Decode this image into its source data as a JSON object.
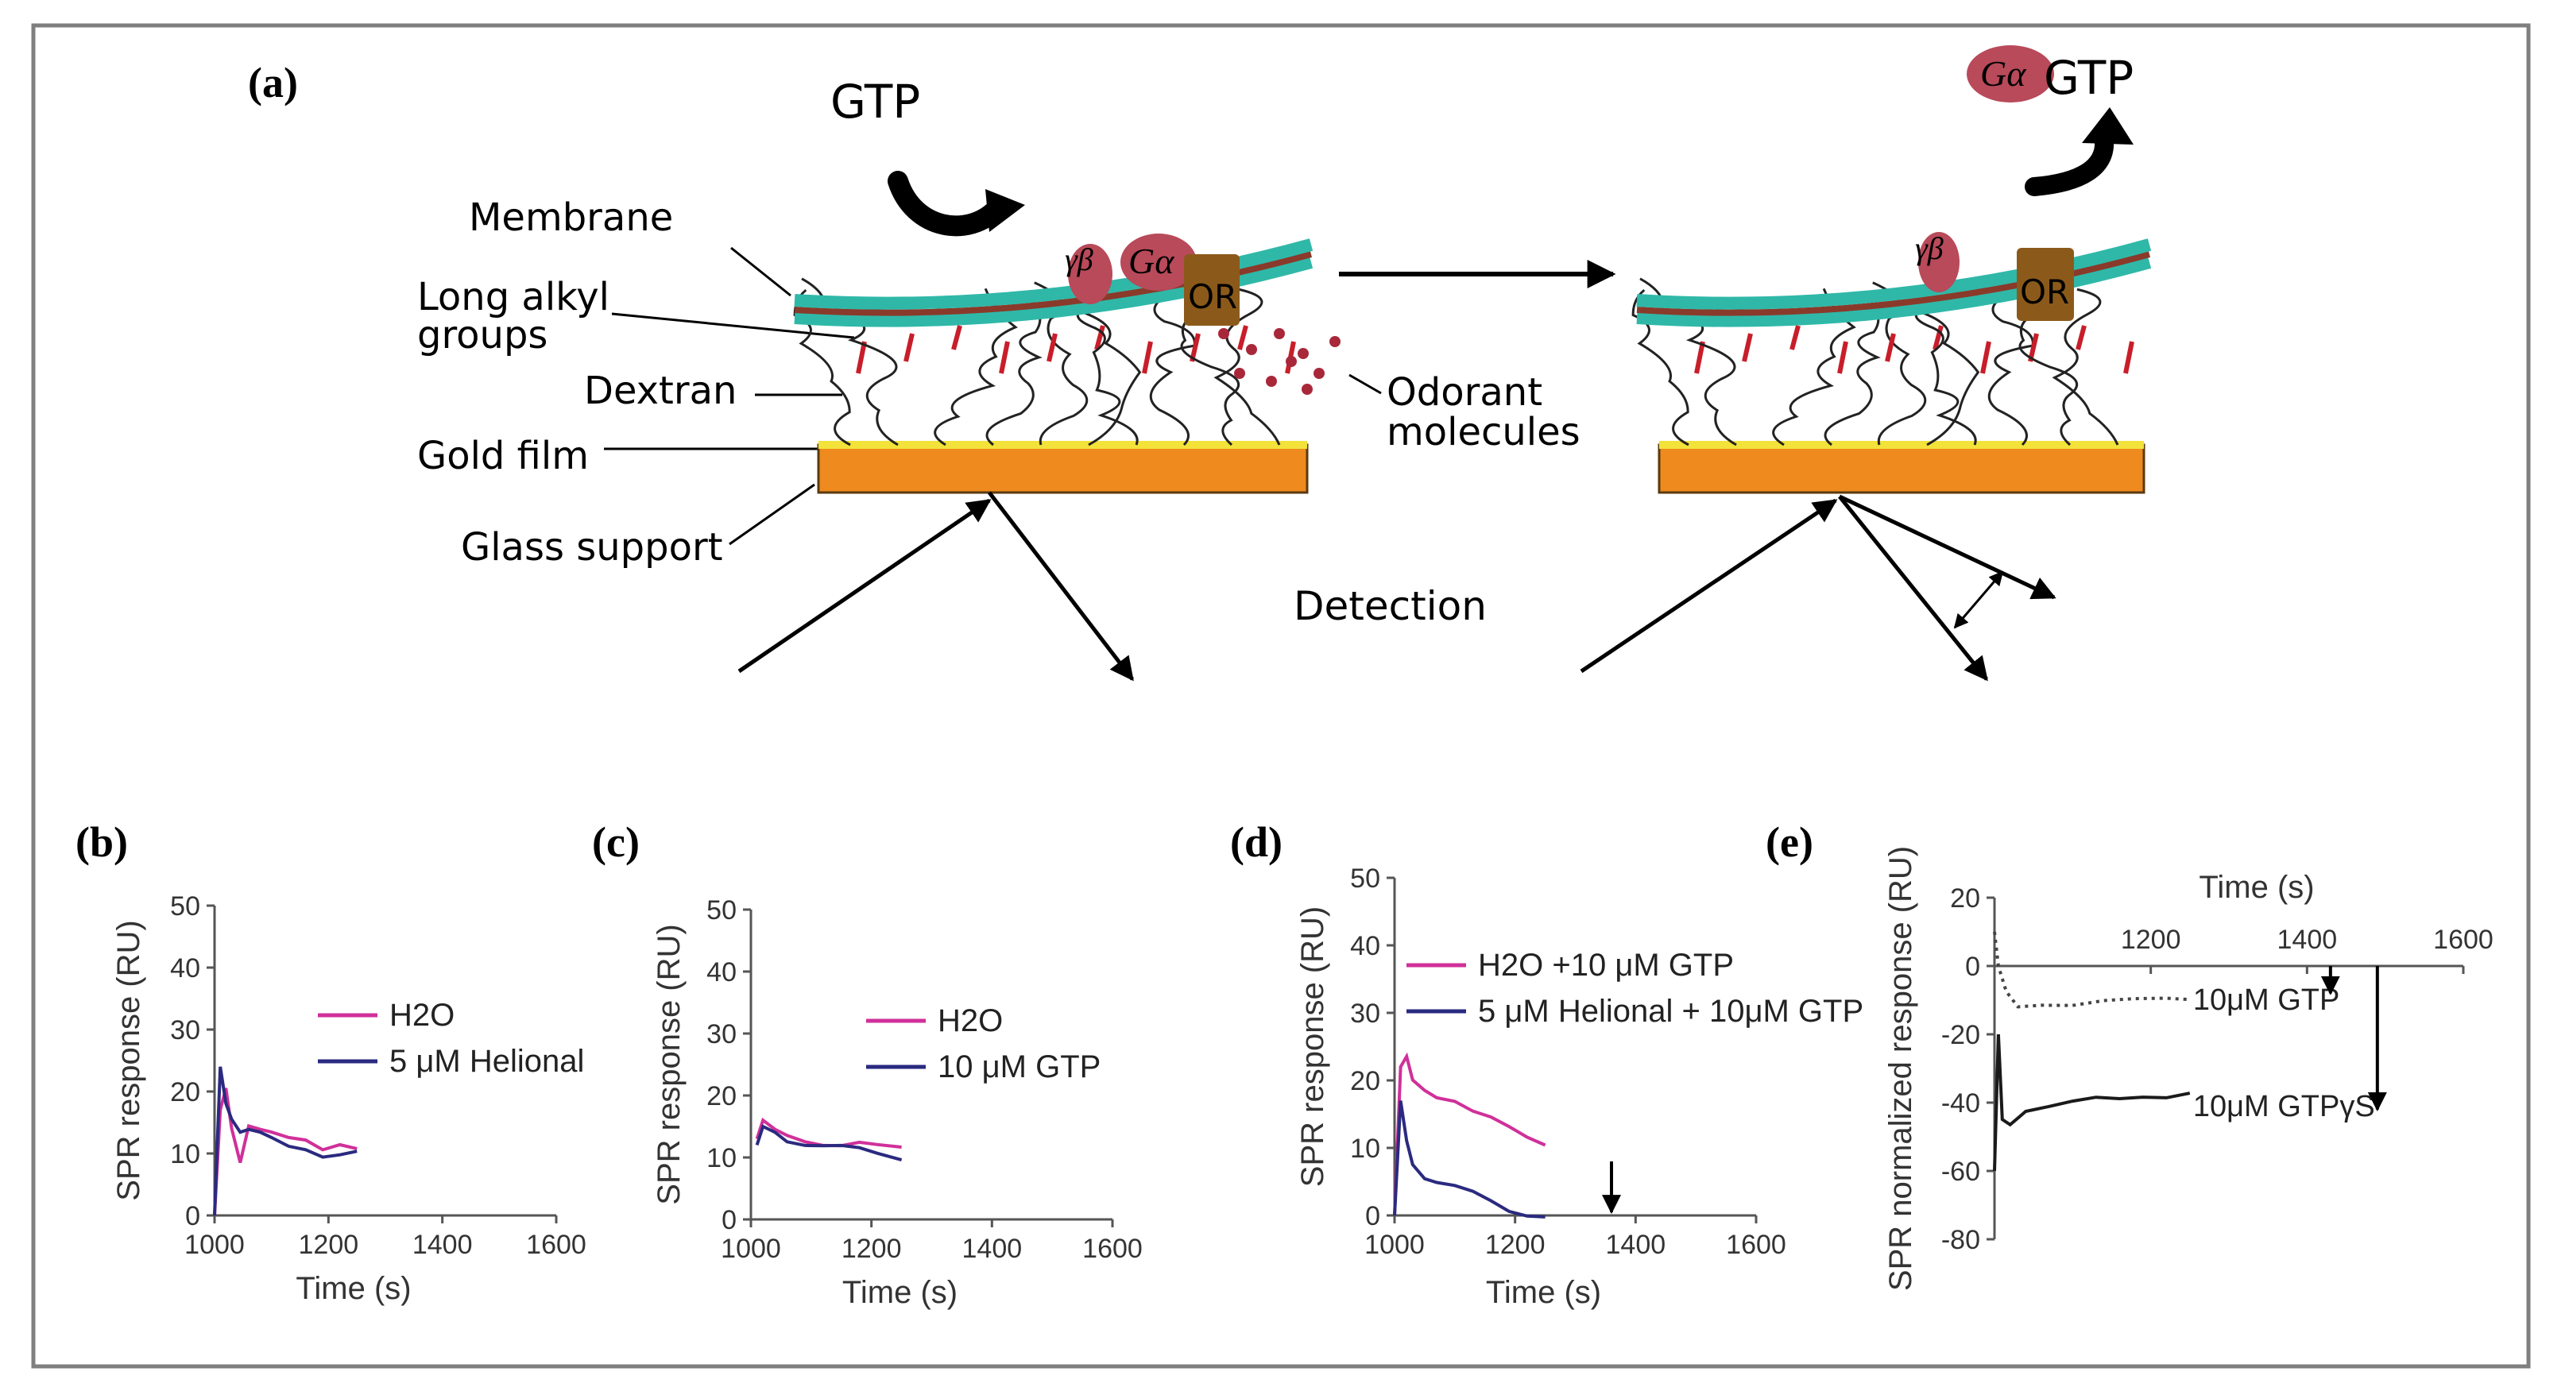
{
  "panel_a": {
    "label": "(a)",
    "gtp_label": "GTP",
    "membrane_label": "Membrane",
    "alkyl_label_1": "Long alkyl",
    "alkyl_label_2": "groups",
    "dextran_label": "Dextran",
    "gold_label": "Gold film",
    "glass_label": "Glass support",
    "odorant_label_1": "Odorant",
    "odorant_label_2": "molecules",
    "detection_label": "Detection",
    "gbeta_label": "γβ",
    "galpha_label": "Gα",
    "or_label": "OR",
    "galpha_gtp_label": "GTP",
    "colors": {
      "membrane": "#2fb8a8",
      "membrane_core": "#8a3a2a",
      "gold": "#f2e23a",
      "glass": "#ee8a1e",
      "protein": "#b84a5a",
      "receptor": "#8b5a1a",
      "alkyl": "#c81e2a",
      "odorant": "#a8283a"
    }
  },
  "panel_b": {
    "label": "(b)"
  },
  "panel_c": {
    "label": "(c)"
  },
  "panel_d": {
    "label": "(d)"
  },
  "panel_e": {
    "label": "(e)"
  },
  "chart_data": [
    {
      "type": "line",
      "ylabel": "SPR response (RU)",
      "xlabel": "Time (s)",
      "xlim": [
        1000,
        1600
      ],
      "ylim": [
        0,
        50
      ],
      "xticks": [
        "1000",
        "1200",
        "1400",
        "1600"
      ],
      "yticks": [
        "0",
        "10",
        "20",
        "30",
        "40",
        "50"
      ],
      "series": [
        {
          "name": "H2O",
          "color": "#d0309a",
          "x": [
            1000,
            1010,
            1020,
            1030,
            1045,
            1060,
            1080,
            1100,
            1130,
            1160,
            1190,
            1220,
            1250
          ],
          "y": [
            0,
            17,
            20,
            14,
            9,
            15,
            14,
            13,
            12,
            12,
            11,
            12,
            11
          ]
        },
        {
          "name": "5 μM Helional",
          "color": "#2a2a80",
          "x": [
            1000,
            1010,
            1020,
            1030,
            1045,
            1060,
            1080,
            1100,
            1130,
            1160,
            1190,
            1220,
            1250
          ],
          "y": [
            0,
            24,
            18,
            16,
            14,
            14,
            13,
            12,
            11,
            11,
            10,
            10,
            10
          ]
        }
      ]
    },
    {
      "type": "line",
      "ylabel": "SPR response (RU)",
      "xlabel": "Time (s)",
      "xlim": [
        1000,
        1600
      ],
      "ylim": [
        0,
        50
      ],
      "xticks": [
        "1000",
        "1200",
        "1400",
        "1600"
      ],
      "yticks": [
        "0",
        "10",
        "20",
        "30",
        "40",
        "50"
      ],
      "series": [
        {
          "name": "H2O",
          "color": "#d0309a",
          "x": [
            1010,
            1020,
            1040,
            1060,
            1090,
            1120,
            1150,
            1180,
            1210,
            1250
          ],
          "y": [
            13,
            16,
            14,
            13.5,
            13,
            12.5,
            12,
            12,
            11.5,
            11.5
          ]
        },
        {
          "name": "10 μM GTP",
          "color": "#2a2a80",
          "x": [
            1010,
            1020,
            1040,
            1060,
            1090,
            1120,
            1150,
            1180,
            1210,
            1250
          ],
          "y": [
            12,
            15,
            14,
            13,
            12.5,
            12,
            11.5,
            11,
            10.5,
            10
          ]
        }
      ]
    },
    {
      "type": "line",
      "ylabel": "SPR response (RU)",
      "xlabel": "Time (s)",
      "xlim": [
        1000,
        1600
      ],
      "ylim": [
        0,
        50
      ],
      "xticks": [
        "1000",
        "1200",
        "1400",
        "1600"
      ],
      "yticks": [
        "0",
        "10",
        "20",
        "30",
        "40",
        "50"
      ],
      "arrow_x": 1360,
      "series": [
        {
          "name": "H2O +10 μM GTP",
          "color": "#d0309a",
          "x": [
            1000,
            1010,
            1020,
            1030,
            1050,
            1070,
            1100,
            1130,
            1160,
            1190,
            1220,
            1250
          ],
          "y": [
            0,
            22,
            23,
            20,
            19,
            18,
            17,
            15,
            14,
            13,
            12,
            11
          ]
        },
        {
          "name": "5 μM Helional + 10μM GTP",
          "color": "#2a2a80",
          "x": [
            1000,
            1010,
            1020,
            1030,
            1050,
            1070,
            1100,
            1130,
            1160,
            1190,
            1220,
            1250
          ],
          "y": [
            0,
            17,
            11,
            8,
            6,
            5,
            4,
            3,
            2,
            1,
            0.5,
            0
          ]
        }
      ]
    },
    {
      "type": "line",
      "ylabel": "SPR normalized response (RU)",
      "xlabel": "Time (s)",
      "xlim": [
        1000,
        1600
      ],
      "ylim": [
        -80,
        20
      ],
      "xticks": [
        "1200",
        "1400",
        "1600"
      ],
      "yticks": [
        "20",
        "0",
        "-20",
        "-40",
        "-60",
        "-80"
      ],
      "arrows_x": [
        1430,
        1490
      ],
      "series": [
        {
          "name": "10μM GTP",
          "color": "#444444",
          "dashed": true,
          "x": [
            1000,
            1005,
            1015,
            1030,
            1060,
            1100,
            1140,
            1180,
            1220,
            1250
          ],
          "y": [
            10,
            0,
            -8,
            -12,
            -11,
            -11,
            -10,
            -10,
            -10,
            -10
          ]
        },
        {
          "name": "10μM GTPγS",
          "color": "#1a1a1a",
          "x": [
            1000,
            1005,
            1010,
            1020,
            1040,
            1070,
            1100,
            1130,
            1160,
            1190,
            1220,
            1250
          ],
          "y": [
            -60,
            -20,
            -45,
            -46,
            -42,
            -41,
            -40,
            -39,
            -39,
            -38,
            -38,
            -37
          ]
        }
      ]
    }
  ]
}
